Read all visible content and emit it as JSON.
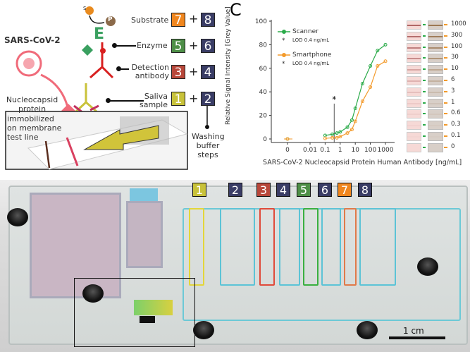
{
  "panel_letter": "C",
  "diagram": {
    "virus_label": "SARS-CoV-2",
    "protein_label": "Nucleocapsid protein",
    "immobilized_label": "immobilized on membrane test line",
    "substrate_s": "S",
    "substrate_p": "P",
    "enzyme_e": "E",
    "steps": [
      {
        "label": "Substrate",
        "a": "7",
        "b": "8",
        "color_a": "#f0861e"
      },
      {
        "label": "Enzyme",
        "a": "5",
        "b": "6",
        "color_a": "#4e8f47"
      },
      {
        "label": "Detection antibody",
        "a": "3",
        "b": "4",
        "color_a": "#b8473a"
      },
      {
        "label": "Saliva sample",
        "a": "1",
        "b": "2",
        "color_a": "#c8c23a"
      }
    ],
    "plus": "+",
    "washing_label": "Washing buffer steps",
    "wash_color": "#3a3d66"
  },
  "chart_data": {
    "type": "scatter",
    "xlabel": "SARS-CoV-2 Nucleocapsid Protein Human Antibody [ng/mL]",
    "ylabel": "Relative Signal Intensity [Grey Value]",
    "x_scale": "log",
    "ylim": [
      0,
      100
    ],
    "yticks": [
      "0",
      "20",
      "40",
      "60",
      "80",
      "100"
    ],
    "xticks": [
      "0",
      "0.01",
      "0.1",
      "1",
      "10",
      "100",
      "1000"
    ],
    "x": [
      0,
      0.1,
      0.3,
      0.6,
      1,
      3,
      6,
      10,
      30,
      100,
      300,
      1000
    ],
    "series": [
      {
        "name": "Scanner",
        "lod": "LOD 0.4 ng/mL",
        "color": "#2bab4a",
        "values": [
          0,
          3,
          4,
          5,
          6,
          10,
          16,
          26,
          47,
          62,
          75,
          80
        ]
      },
      {
        "name": "Smartphone",
        "lod": "LOD 0.4 ng/mL",
        "color": "#f39a2b",
        "values": [
          0,
          0.5,
          1,
          1,
          2,
          5,
          8,
          15,
          32,
          44,
          62,
          66
        ]
      }
    ],
    "lod_marker": "*",
    "lod_value": 0.4,
    "legend_position": "top-left"
  },
  "strips": {
    "concentrations": [
      "1000",
      "300",
      "100",
      "30",
      "10",
      "6",
      "3",
      "1",
      "0.6",
      "0.3",
      "0.1",
      "0"
    ],
    "intensity": [
      0.9,
      0.85,
      0.7,
      0.6,
      0.4,
      0.3,
      0.2,
      0.12,
      0.08,
      0.05,
      0.03,
      0
    ]
  },
  "photo": {
    "numbers": [
      {
        "n": "1",
        "c": "#c8c23a"
      },
      {
        "n": "2",
        "c": "#3a3d66"
      },
      {
        "n": "3",
        "c": "#b8473a"
      },
      {
        "n": "4",
        "c": "#3a3d66"
      },
      {
        "n": "5",
        "c": "#4e8f47"
      },
      {
        "n": "6",
        "c": "#3a3d66"
      },
      {
        "n": "7",
        "c": "#f0861e"
      },
      {
        "n": "8",
        "c": "#3a3d66"
      }
    ],
    "scale_label": "1 cm"
  }
}
